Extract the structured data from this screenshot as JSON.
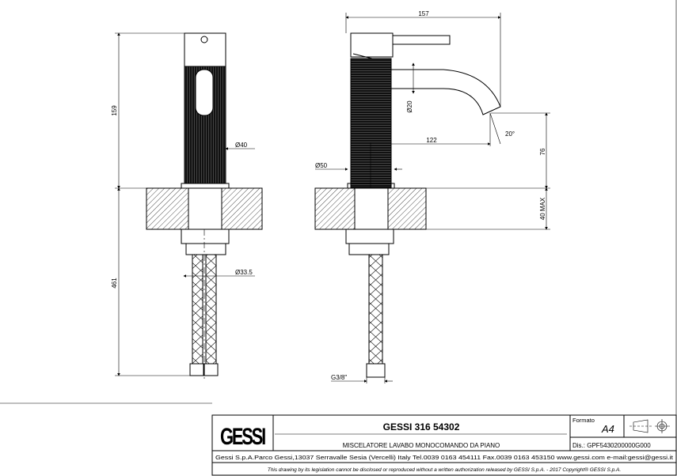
{
  "dimensions": {
    "height_total": "159",
    "below_counter": "461",
    "body_diameter": "Ø40",
    "hose_diameter": "Ø33.5",
    "overall_length": "157",
    "spout_diameter": "Ø20",
    "spout_reach": "122",
    "spout_angle": "20°",
    "spout_height": "76",
    "counter_max": "40 MAX",
    "base_diameter": "Ø50",
    "thread": "G3/8\""
  },
  "title_block": {
    "logo_text": "GESSI",
    "product_code": "GESSI 316 54302",
    "description": "MISCELATORE LAVABO MONOCOMANDO DA PIANO",
    "format_label": "Formato",
    "format_value": "A4",
    "drawing_number": "Dis.: GPF5430200000G000",
    "address": "Gessi S.p.A.Parco Gessi,13037 Serravalle Sesia (Vercelli) Italy Tel.0039 0163 454111 Fax.0039 0163 453150 www.gessi.com e-mail:gessi@gessi.it",
    "disclaimer": "This drawing by its legislation cannot be disclosed or reproduced without a written authorization released by GESSI S.p.A. - 2017 Copyright® GESSI S.p.A."
  }
}
